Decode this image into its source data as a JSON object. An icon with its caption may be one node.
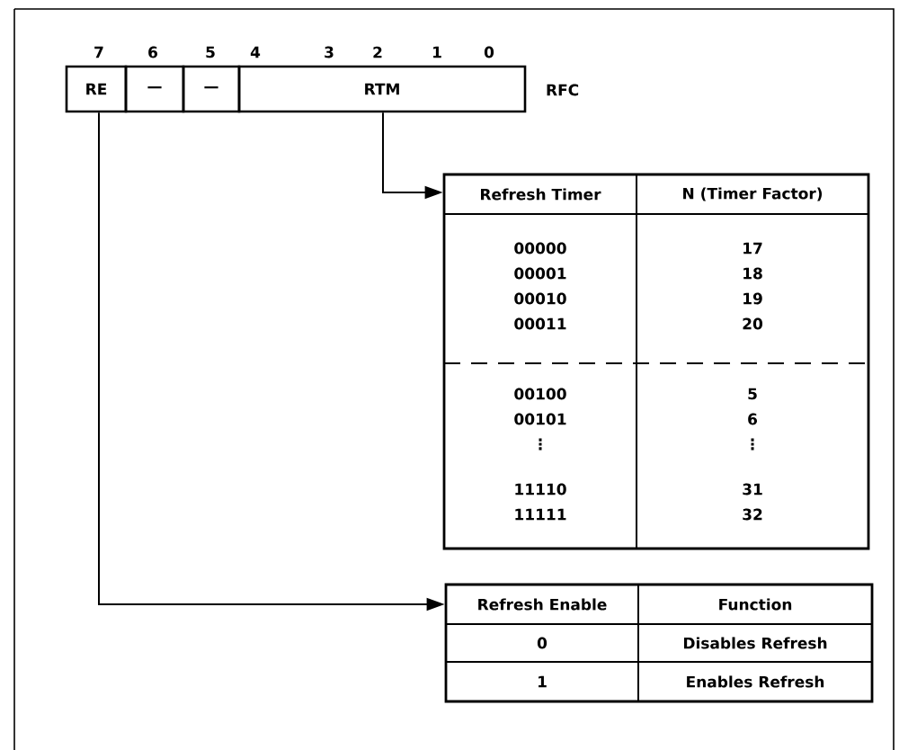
{
  "diagram": {
    "nodes": [
      {
        "text": [
          "RE"
        ]
      },
      {
        "text": [
          "—"
        ]
      },
      {
        "text": [
          "—"
        ]
      },
      {
        "text": [
          "RTM"
        ]
      },
      {
        "text": [
          "Refresh Timer",
          "N (Timer Factor)",
          "00000",
          "17",
          "00001",
          "18",
          "00010",
          "19",
          "00011",
          "20",
          "00100",
          "5",
          "00101",
          "6",
          "⋮",
          "⋮",
          "11110",
          "31",
          "11111",
          "32"
        ]
      },
      {
        "text": [
          "Refresh Enable",
          "Function",
          "0",
          "Disables Refresh",
          "1",
          "Enables Refresh"
        ]
      }
    ],
    "edges": [
      {
        "from": 3,
        "to": 4,
        "arrow": "to"
      },
      {
        "from": 0,
        "to": 5,
        "arrow": "to"
      }
    ],
    "labels": [
      "7",
      "6",
      "5",
      "4",
      "3",
      "2",
      "1",
      "0",
      "RFC"
    ]
  }
}
